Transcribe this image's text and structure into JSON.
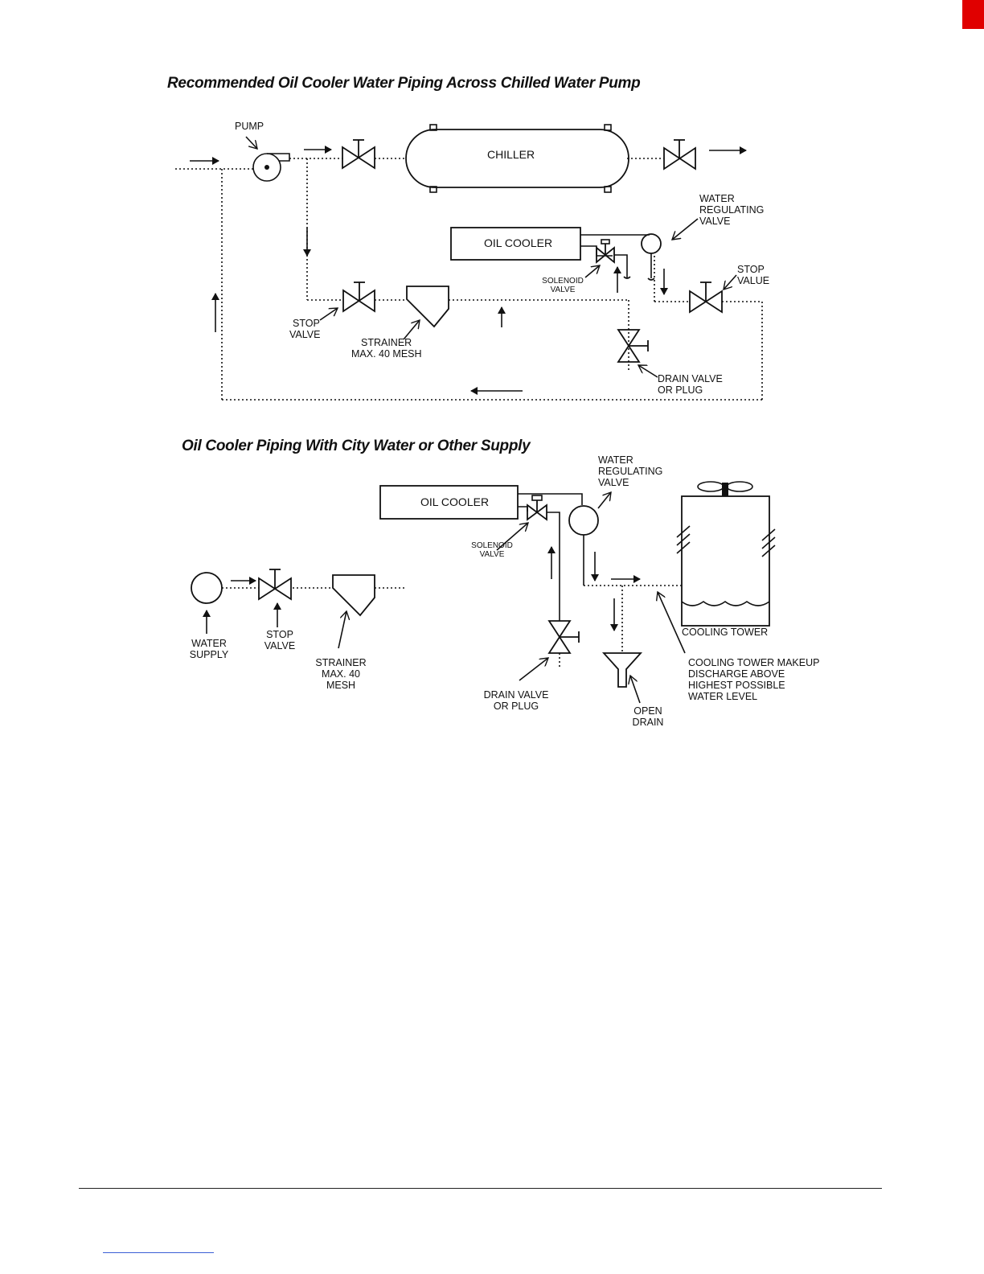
{
  "diagram1": {
    "title": "Recommended Oil Cooler Water Piping Across Chilled Water Pump",
    "labels": {
      "pump": "PUMP",
      "chiller": "CHILLER",
      "oil_cooler": "OIL COOLER",
      "water_reg_1": "WATER",
      "water_reg_2": "REGULATING",
      "water_reg_3": "VALVE",
      "stop_valve_right_1": "STOP",
      "stop_valve_right_2": "VALUE",
      "solenoid_1": "SOLENOID",
      "solenoid_2": "VALVE",
      "stop_valve_left_1": "STOP",
      "stop_valve_left_2": "VALVE",
      "strainer_1": "STRAINER",
      "strainer_2": "MAX. 40 MESH",
      "drain_1": "DRAIN VALVE",
      "drain_2": "OR PLUG"
    }
  },
  "diagram2": {
    "title": "Oil Cooler Piping With City Water or Other Supply",
    "labels": {
      "water_reg_1": "WATER",
      "water_reg_2": "REGULATING",
      "water_reg_3": "VALVE",
      "oil_cooler": "OIL COOLER",
      "solenoid_1": "SOLENOID",
      "solenoid_2": "VALVE",
      "water_supply_1": "WATER",
      "water_supply_2": "SUPPLY",
      "stop_1": "STOP",
      "stop_2": "VALVE",
      "strainer_1": "STRAINER",
      "strainer_2": "MAX. 40",
      "strainer_3": "MESH",
      "drain_1": "DRAIN VALVE",
      "drain_2": "OR PLUG",
      "open_drain_1": "OPEN",
      "open_drain_2": "DRAIN",
      "cooling_tower": "COOLING TOWER",
      "makeup_1": "COOLING TOWER MAKEUP",
      "makeup_2": "DISCHARGE ABOVE",
      "makeup_3": "HIGHEST POSSIBLE",
      "makeup_4": "WATER LEVEL"
    }
  },
  "colors": {
    "accent_bar": "#e00000",
    "ink": "#111111",
    "link": "#3b5fd6"
  }
}
